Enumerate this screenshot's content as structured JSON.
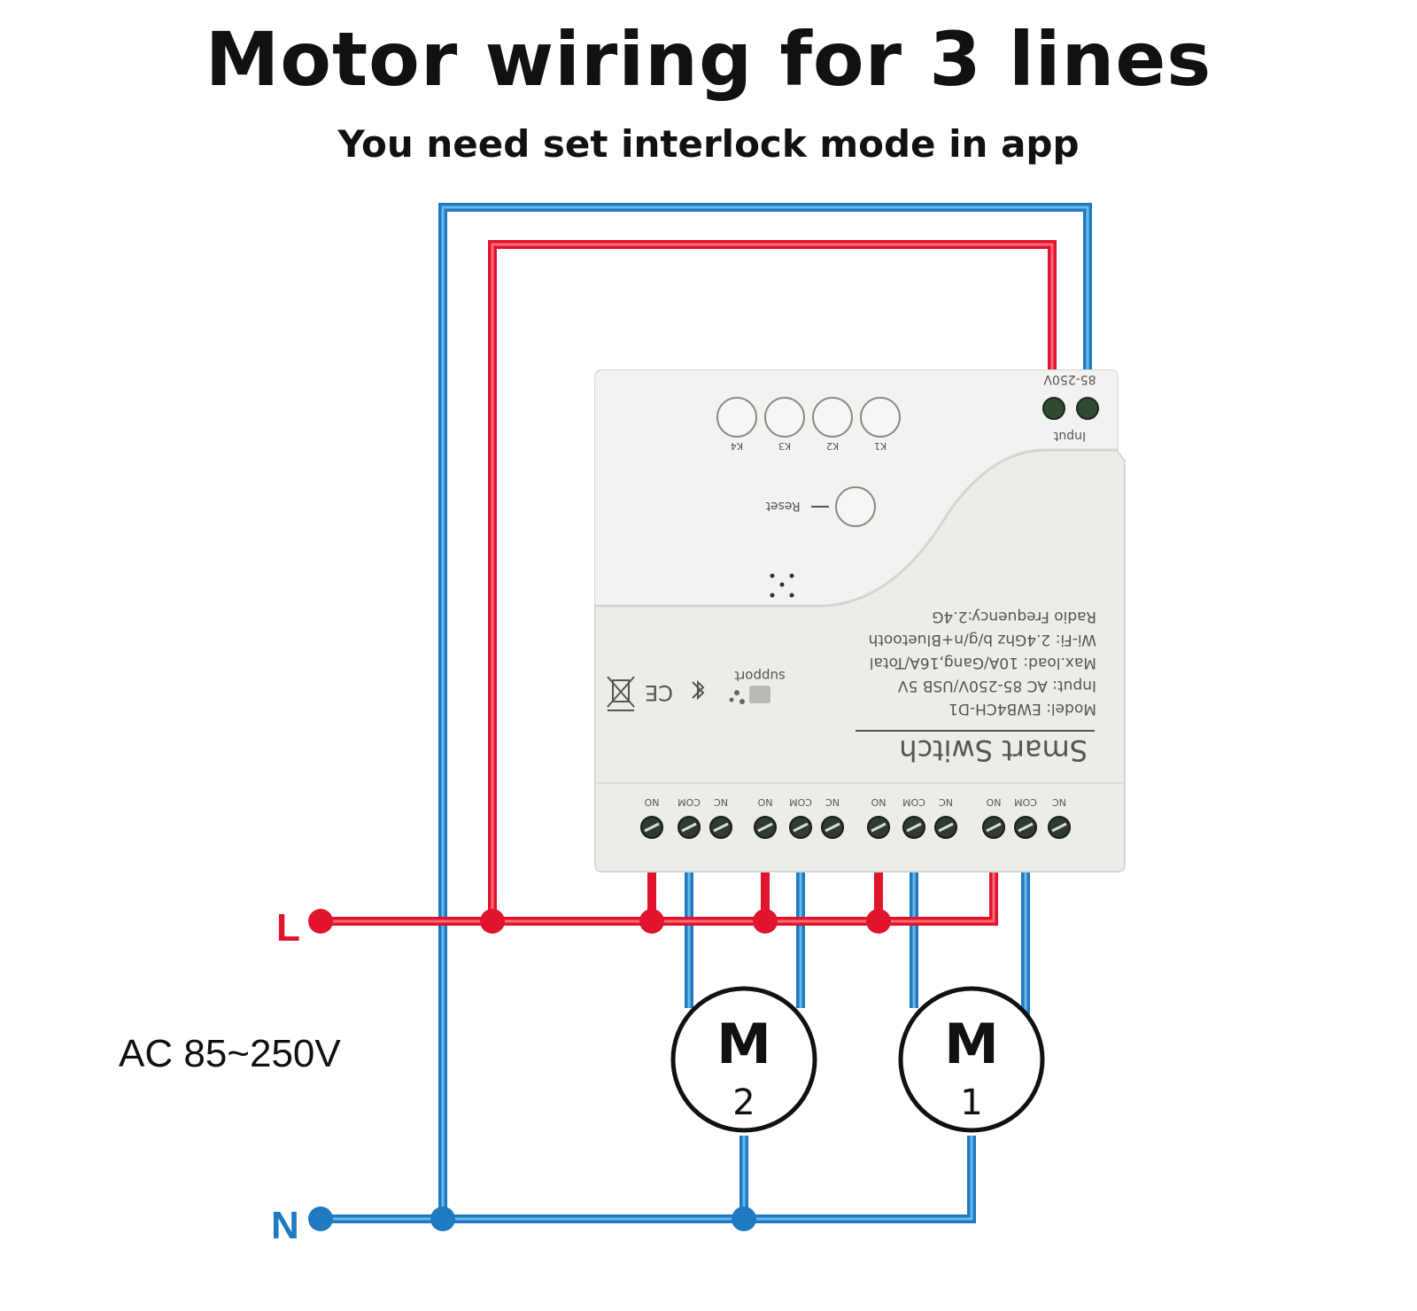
{
  "title": "Motor wiring for 3 lines",
  "subtitle": "You need set interlock mode in  app",
  "labels": {
    "live": "L",
    "neutral": "N",
    "voltage": "AC 85~250V",
    "motor_symbol": "M",
    "motor_1_number": "1",
    "motor_2_number": "2"
  },
  "device": {
    "input_voltage_label": "85-250V",
    "input_label": "Input",
    "buttons": [
      "K4",
      "K3",
      "K2",
      "K1"
    ],
    "reset_label": "Reset",
    "spec_radio": "Radio Frequency:2.4G",
    "spec_wifi": "Wi-Fi:  2.4Ghz b/g/n+Bluetooth",
    "spec_load": "Max.load:  10A/Gang,16A/Total",
    "spec_input": "Input:  AC 85-250V/USB 5V",
    "spec_model": "Model:  EWB4CH-D1",
    "name": "Smart  Switch",
    "support_label": "support",
    "terminal_labels": [
      "NO",
      "COM",
      "NC"
    ]
  },
  "colors": {
    "live": "#e0142c",
    "neutral": "#1f7ac2",
    "device_body": "#ececea",
    "text": "#111111"
  }
}
